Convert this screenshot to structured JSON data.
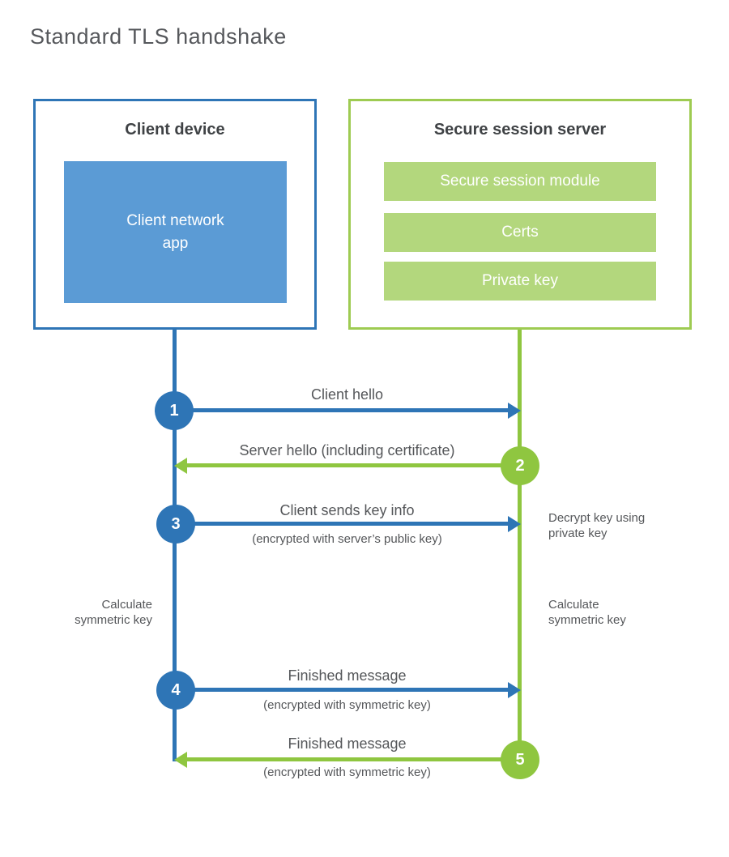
{
  "title": "Standard TLS handshake",
  "colors": {
    "blue": "#2e75b6",
    "blue_fill": "#5b9bd5",
    "green": "#8fc640",
    "green_border": "#9ecb52",
    "green_fill": "#b3d77d"
  },
  "client_box": {
    "title": "Client device",
    "app_label": "Client network app"
  },
  "server_box": {
    "title": "Secure session server",
    "modules": [
      "Secure session module",
      "Certs",
      "Private key"
    ]
  },
  "steps": [
    {
      "num": "1",
      "label": "Client hello",
      "sublabel": "",
      "from": "client",
      "to": "server"
    },
    {
      "num": "2",
      "label": "Server hello (including certificate)",
      "sublabel": "",
      "from": "server",
      "to": "client"
    },
    {
      "num": "3",
      "label": "Client sends key info",
      "sublabel": "(encrypted with server’s public key)",
      "from": "client",
      "to": "server"
    },
    {
      "num": "4",
      "label": "Finished message",
      "sublabel": "(encrypted with symmetric key)",
      "from": "client",
      "to": "server"
    },
    {
      "num": "5",
      "label": "Finished message",
      "sublabel": "(encrypted with symmetric key)",
      "from": "server",
      "to": "client"
    }
  ],
  "notes": {
    "decrypt": "Decrypt key using\nprivate key",
    "calc_left": "Calculate\nsymmetric key",
    "calc_right": "Calculate\nsymmetric key"
  }
}
